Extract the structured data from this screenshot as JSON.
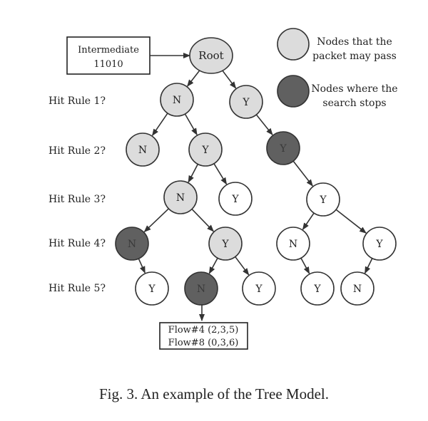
{
  "intermediate": {
    "line1": "Intermediate",
    "line2": "11010"
  },
  "legend": {
    "light": [
      "Nodes that the",
      "packet may pass"
    ],
    "dark": [
      "Nodes where the",
      "search stops"
    ]
  },
  "levels": [
    "Hit Rule 1?",
    "Hit Rule 2?",
    "Hit Rule 3?",
    "Hit Rule 4?",
    "Hit Rule 5?"
  ],
  "nodes": [
    {
      "id": "root",
      "label": "Root",
      "kind": "light"
    },
    {
      "id": "n1n",
      "label": "N",
      "kind": "light"
    },
    {
      "id": "n1y",
      "label": "Y",
      "kind": "light"
    },
    {
      "id": "n2n",
      "label": "N",
      "kind": "light"
    },
    {
      "id": "n2y",
      "label": "Y",
      "kind": "light"
    },
    {
      "id": "n2y_b",
      "label": "Y",
      "kind": "dark"
    },
    {
      "id": "n3n",
      "label": "N",
      "kind": "light"
    },
    {
      "id": "n3y",
      "label": "Y",
      "kind": "white"
    },
    {
      "id": "n3y_b",
      "label": "Y",
      "kind": "white"
    },
    {
      "id": "n4n",
      "label": "N",
      "kind": "dark"
    },
    {
      "id": "n4y",
      "label": "Y",
      "kind": "light"
    },
    {
      "id": "n4n_b",
      "label": "N",
      "kind": "white"
    },
    {
      "id": "n4y_b",
      "label": "Y",
      "kind": "white"
    },
    {
      "id": "n5y_a",
      "label": "Y",
      "kind": "white"
    },
    {
      "id": "n5n",
      "label": "N",
      "kind": "dark"
    },
    {
      "id": "n5y_b",
      "label": "Y",
      "kind": "white"
    },
    {
      "id": "n5y_c",
      "label": "Y",
      "kind": "white"
    },
    {
      "id": "n5n_c",
      "label": "N",
      "kind": "white"
    }
  ],
  "edges": [
    [
      "root",
      "n1n"
    ],
    [
      "root",
      "n1y"
    ],
    [
      "n1n",
      "n2n"
    ],
    [
      "n1n",
      "n2y"
    ],
    [
      "n1y",
      "n2y_b"
    ],
    [
      "n2y",
      "n3n"
    ],
    [
      "n2y",
      "n3y"
    ],
    [
      "n2y_b",
      "n3y_b"
    ],
    [
      "n3n",
      "n4n"
    ],
    [
      "n3n",
      "n4y"
    ],
    [
      "n3y_b",
      "n4n_b"
    ],
    [
      "n3y_b",
      "n4y_b"
    ],
    [
      "n4n",
      "n5y_a"
    ],
    [
      "n4y",
      "n5n"
    ],
    [
      "n4y",
      "n5y_b"
    ],
    [
      "n4n_b",
      "n5y_c"
    ],
    [
      "n4y_b",
      "n5n_c"
    ]
  ],
  "result": {
    "lines": [
      "Flow#4 (2,3,5)",
      "Flow#8 (0,3,6)"
    ]
  },
  "caption": "Fig. 3.  An example of the Tree Model."
}
